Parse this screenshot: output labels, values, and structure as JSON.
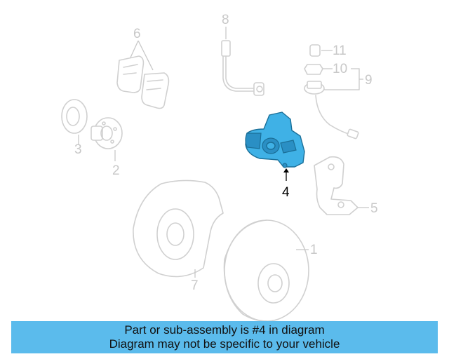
{
  "diagram": {
    "highlighted_part": "4",
    "highlight_color": "#3fb1e6",
    "callouts": [
      "1",
      "2",
      "3",
      "4",
      "5",
      "6",
      "7",
      "8",
      "9",
      "10",
      "11"
    ]
  },
  "banner": {
    "line1": "Part or sub-assembly is #4 in diagram",
    "line2": "Diagram may not be specific to your vehicle",
    "background": "#5bbbec"
  }
}
